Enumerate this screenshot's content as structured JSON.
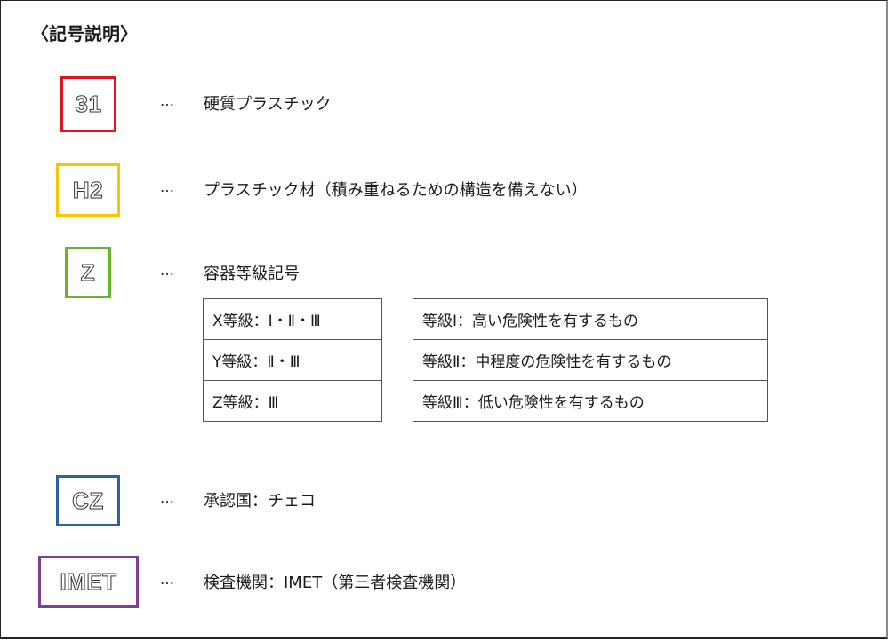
{
  "title": "〈記号説明〉",
  "ellipsis": "…",
  "legend": [
    {
      "code": "31",
      "color": "#d7191f",
      "description": "硬質プラスチック"
    },
    {
      "code": "H2",
      "color": "#f7c600",
      "description": "プラスチック材（積み重ねるための構造を備えない）"
    },
    {
      "code": "Z",
      "color": "#6ab42d",
      "description": "容器等級記号"
    },
    {
      "code": "CZ",
      "color": "#2c5fad",
      "description": "承認国：チェコ"
    },
    {
      "code": "IMET",
      "color": "#7f3f98",
      "description": "検査機関：IMET（第三者検査機関）"
    }
  ],
  "container_grades": [
    "X等級：Ⅰ・Ⅱ・Ⅲ",
    "Y等級：Ⅱ・Ⅲ",
    "Z等級：Ⅲ"
  ],
  "hazard_levels": [
    "等級Ⅰ：高い危険性を有するもの",
    "等級Ⅱ：中程度の危険性を有するもの",
    "等級Ⅲ：低い危険性を有するもの"
  ]
}
